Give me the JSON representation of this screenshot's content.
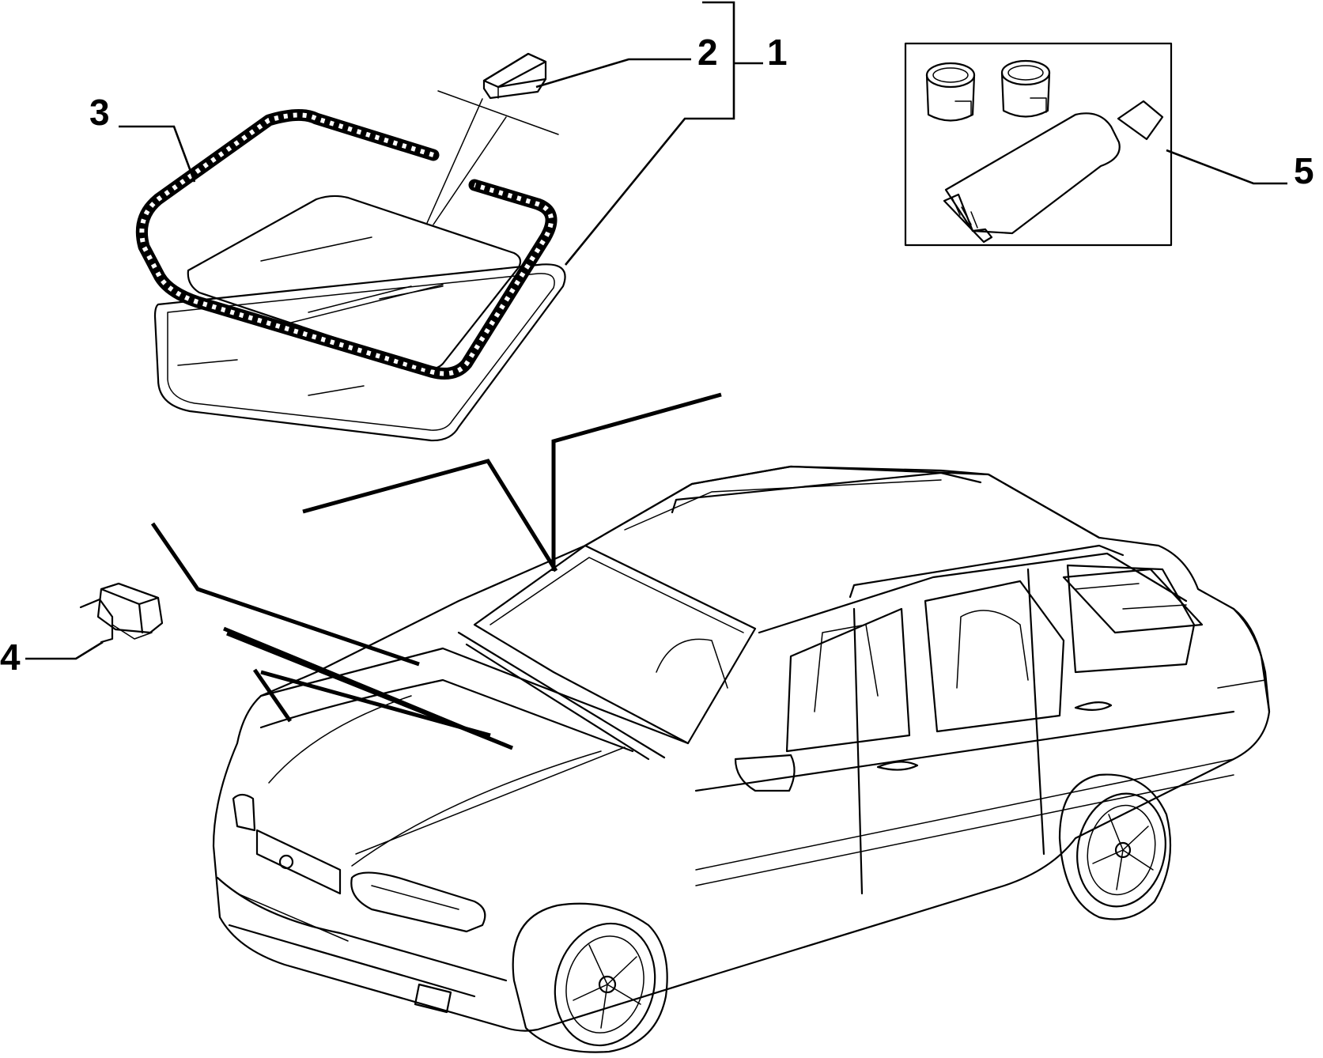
{
  "callouts": {
    "c1": "1",
    "c2": "2",
    "c3": "3",
    "c4": "4",
    "c5": "5"
  },
  "parts": {
    "windshield": "windshield-glass",
    "seal": "windshield-seal",
    "bracket": "mirror-bracket",
    "clip": "sensor-clip",
    "kit": "adhesive-kit"
  },
  "colors": {
    "line": "#000000",
    "background": "#ffffff"
  }
}
